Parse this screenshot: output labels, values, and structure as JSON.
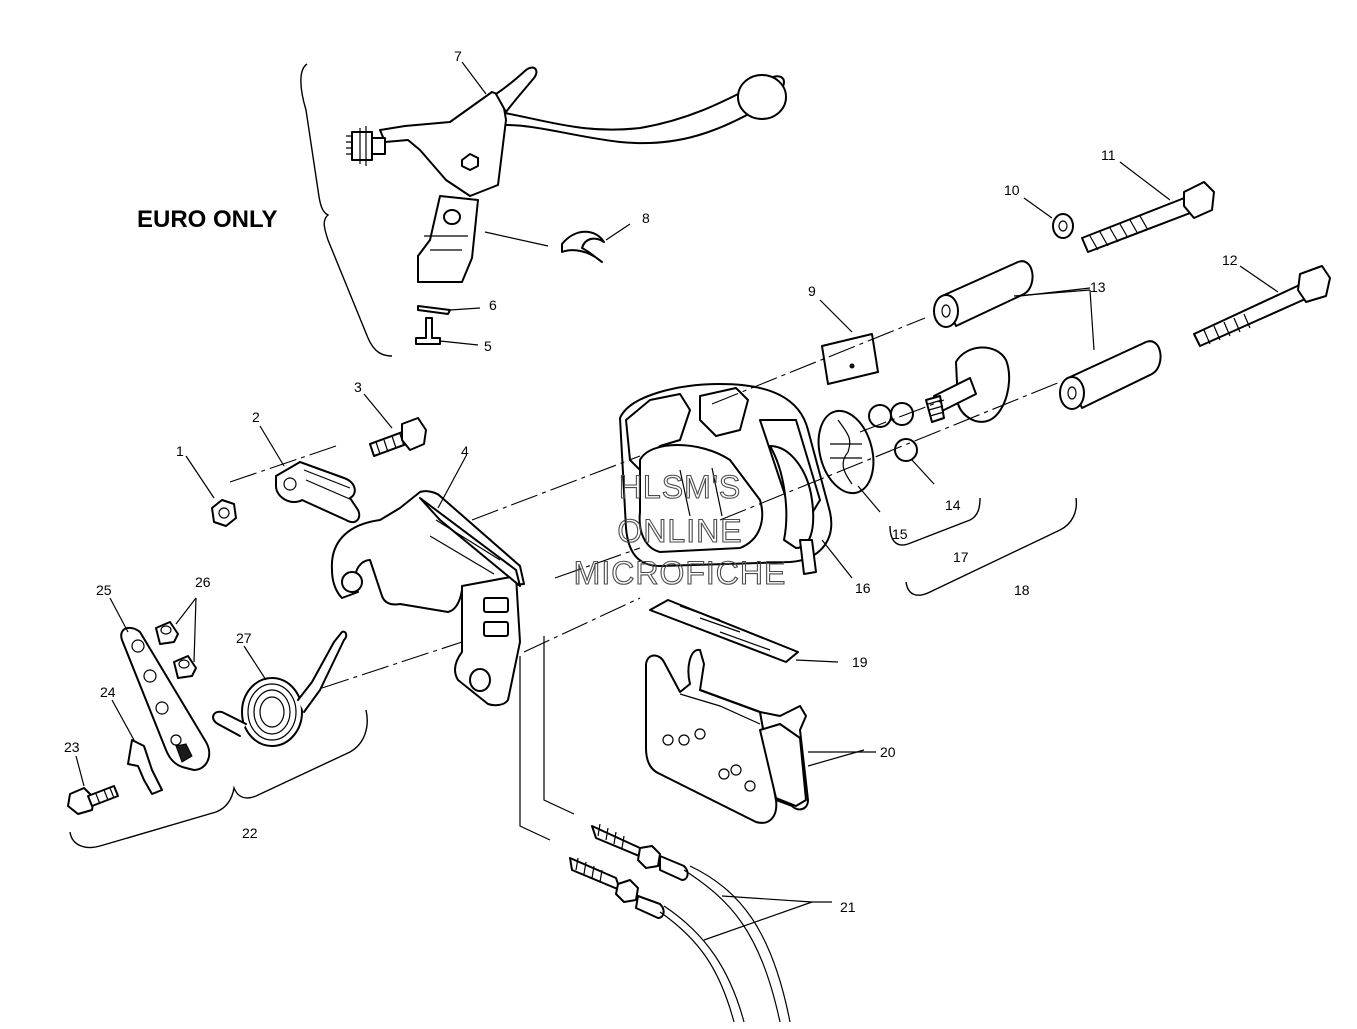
{
  "diagram": {
    "region_label": "EURO ONLY",
    "watermark": [
      "HLSM'S",
      "ONLINE",
      "MICROFICHE"
    ],
    "callouts": {
      "c1": "1",
      "c2": "2",
      "c3": "3",
      "c4": "4",
      "c5": "5",
      "c6": "6",
      "c7": "7",
      "c8": "8",
      "c9": "9",
      "c10": "10",
      "c11": "11",
      "c12": "12",
      "c13": "13",
      "c14": "14",
      "c15": "15",
      "c16": "16",
      "c17": "17",
      "c18": "18",
      "c19": "19",
      "c20": "20",
      "c21": "21",
      "c22": "22",
      "c23": "23",
      "c24": "24",
      "c25": "25",
      "c26": "26",
      "c27": "27"
    }
  }
}
